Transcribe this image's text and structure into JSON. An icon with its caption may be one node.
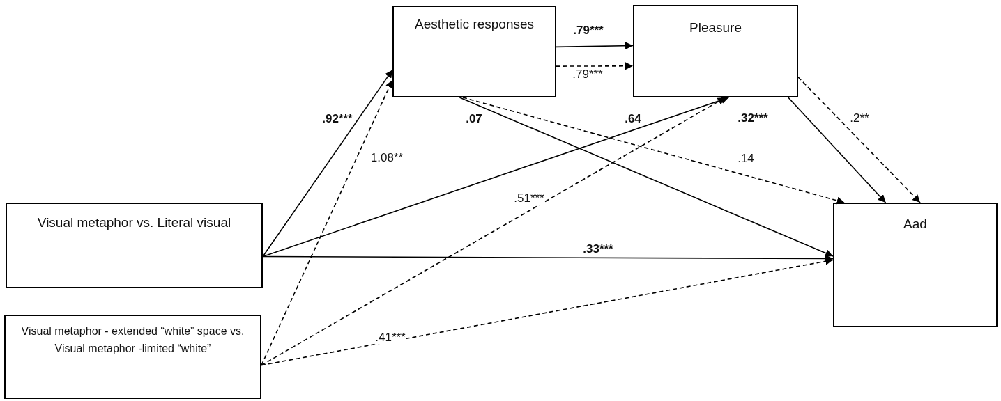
{
  "diagram": {
    "nodes": [
      {
        "text": [
          "Aesthetic responses"
        ]
      },
      {
        "text": [
          "Pleasure"
        ]
      },
      {
        "text": [
          "Visual metaphor vs. Literal visual"
        ]
      },
      {
        "text": [
          "Visual metaphor - extended “white” space vs. Visual metaphor -limited “white”"
        ]
      },
      {
        "text": [
          "Aad"
        ]
      }
    ],
    "edges": [
      {
        "from": 2,
        "to": 0,
        "arrow": "to",
        "label": ".92***"
      },
      {
        "from": 3,
        "to": 0,
        "arrow": "to",
        "label": "1.08**",
        "style": "dashed"
      },
      {
        "from": 0,
        "to": 1,
        "arrow": "to",
        "label": ".79***"
      },
      {
        "from": 0,
        "to": 1,
        "arrow": "to",
        "label": ".79***",
        "style": "dashed"
      },
      {
        "from": 2,
        "to": 1,
        "arrow": "to",
        "label": ".64"
      },
      {
        "from": 3,
        "to": 1,
        "arrow": "to",
        "label": ".51***",
        "style": "dashed"
      },
      {
        "from": 0,
        "to": 4,
        "arrow": "to",
        "label": ".07"
      },
      {
        "from": 0,
        "to": 4,
        "arrow": "to",
        "label": ".14",
        "style": "dashed"
      },
      {
        "from": 1,
        "to": 4,
        "arrow": "to",
        "label": ".32***"
      },
      {
        "from": 1,
        "to": 4,
        "arrow": "to",
        "label": ".2**",
        "style": "dashed"
      },
      {
        "from": 2,
        "to": 4,
        "arrow": "to",
        "label": ".33***"
      },
      {
        "from": 3,
        "to": 4,
        "arrow": "to",
        "label": ".41***",
        "style": "dashed"
      }
    ]
  }
}
